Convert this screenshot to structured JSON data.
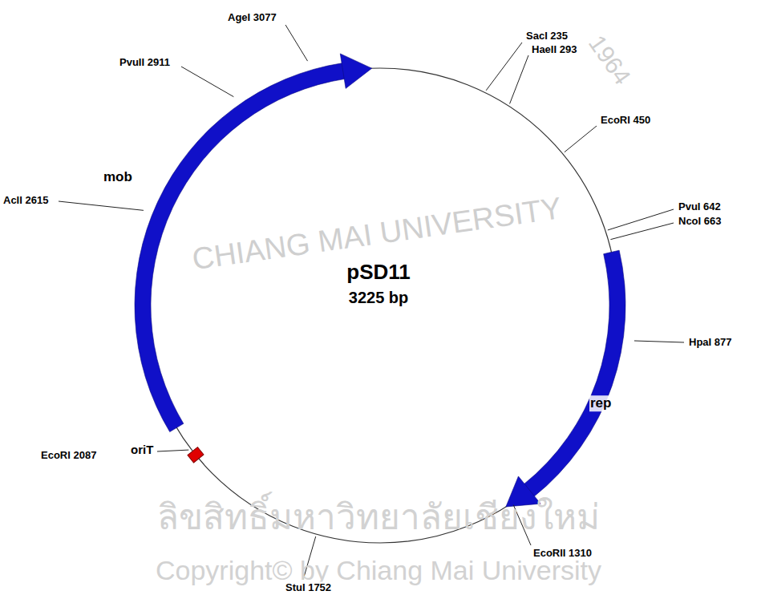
{
  "diagram": {
    "labels": [
      "SacI 235",
      "HaeII 293",
      "EcoRI 450",
      "PvuI 642",
      "NcoI 663",
      "HpaI 877",
      "rep",
      "EcoRII 1310",
      "StuI 1752",
      "oriT",
      "EcoRI 2087",
      "mob",
      "AclI 2615",
      "PvuII 2911",
      "AgeI 3077",
      "pSD11",
      "3225 bp",
      "CHIANG MAI UNIVERSITY",
      "1964",
      "ลิขสิทธิ์มหาวิทยาลัยเชียงใหม่",
      "Copyright© by Chiang Mai University"
    ]
  }
}
